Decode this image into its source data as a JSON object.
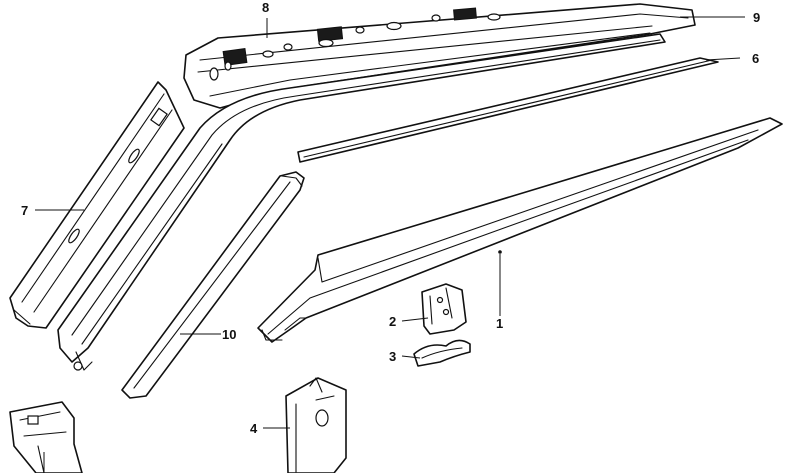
{
  "callouts": {
    "c1": "1",
    "c2": "2",
    "c3": "3",
    "c4": "4",
    "c6": "6",
    "c7": "7",
    "c8": "8",
    "c9": "9",
    "c10": "10"
  }
}
